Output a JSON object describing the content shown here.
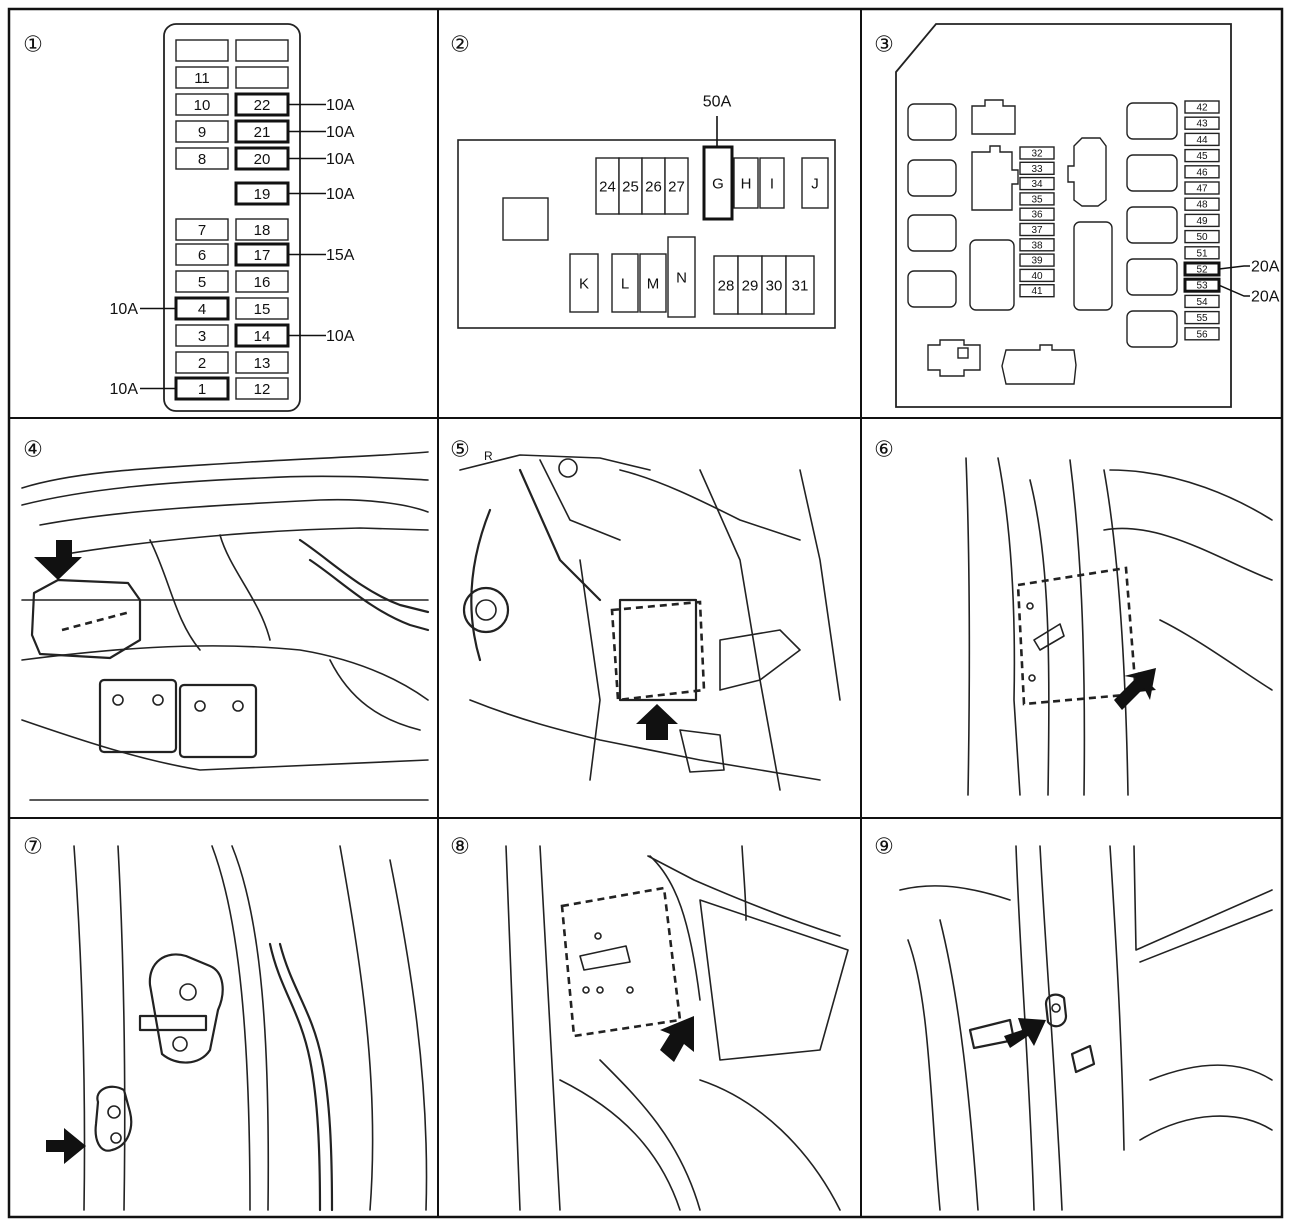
{
  "panels": [
    {
      "number": "①"
    },
    {
      "number": "②"
    },
    {
      "number": "③"
    },
    {
      "number": "④"
    },
    {
      "number": "⑤"
    },
    {
      "number": "⑥"
    },
    {
      "number": "⑦"
    },
    {
      "number": "⑧"
    },
    {
      "number": "⑨"
    }
  ],
  "panel1": {
    "rows": [
      {
        "left": "",
        "right": ""
      },
      {
        "left": "11",
        "right": ""
      },
      {
        "left": "10",
        "right": "22",
        "right_rating": "10A"
      },
      {
        "left": "9",
        "right": "21",
        "right_rating": "10A"
      },
      {
        "left": "8",
        "right": "20",
        "right_rating": "10A"
      },
      {
        "left": null,
        "right": "19",
        "right_rating": "10A"
      },
      {
        "left": "7",
        "right": "18"
      },
      {
        "left": "6",
        "right": "17",
        "right_rating": "15A"
      },
      {
        "left": "5",
        "right": "16"
      },
      {
        "left": "4",
        "left_rating": "10A",
        "right": "15"
      },
      {
        "left": "3",
        "right": "14",
        "right_rating": "10A"
      },
      {
        "left": "2",
        "right": "13"
      },
      {
        "left": "1",
        "left_rating": "10A",
        "right": "12"
      }
    ]
  },
  "panel2": {
    "top_rating": "50A",
    "fuses": [
      "24",
      "25",
      "26",
      "27",
      "G",
      "H",
      "I",
      "J",
      "K",
      "L",
      "M",
      "N",
      "28",
      "29",
      "30",
      "31"
    ],
    "highlighted": "G"
  },
  "panel3": {
    "fuses": [
      "32",
      "33",
      "34",
      "35",
      "36",
      "37",
      "38",
      "39",
      "40",
      "41",
      "42",
      "43",
      "44",
      "45",
      "46",
      "47",
      "48",
      "49",
      "50",
      "51",
      "52",
      "53",
      "54",
      "55",
      "56"
    ],
    "ratings": [
      {
        "fuse": "52",
        "rating": "20A"
      },
      {
        "fuse": "53",
        "rating": "20A"
      }
    ]
  },
  "panel5": {
    "corner_mark": "R"
  }
}
